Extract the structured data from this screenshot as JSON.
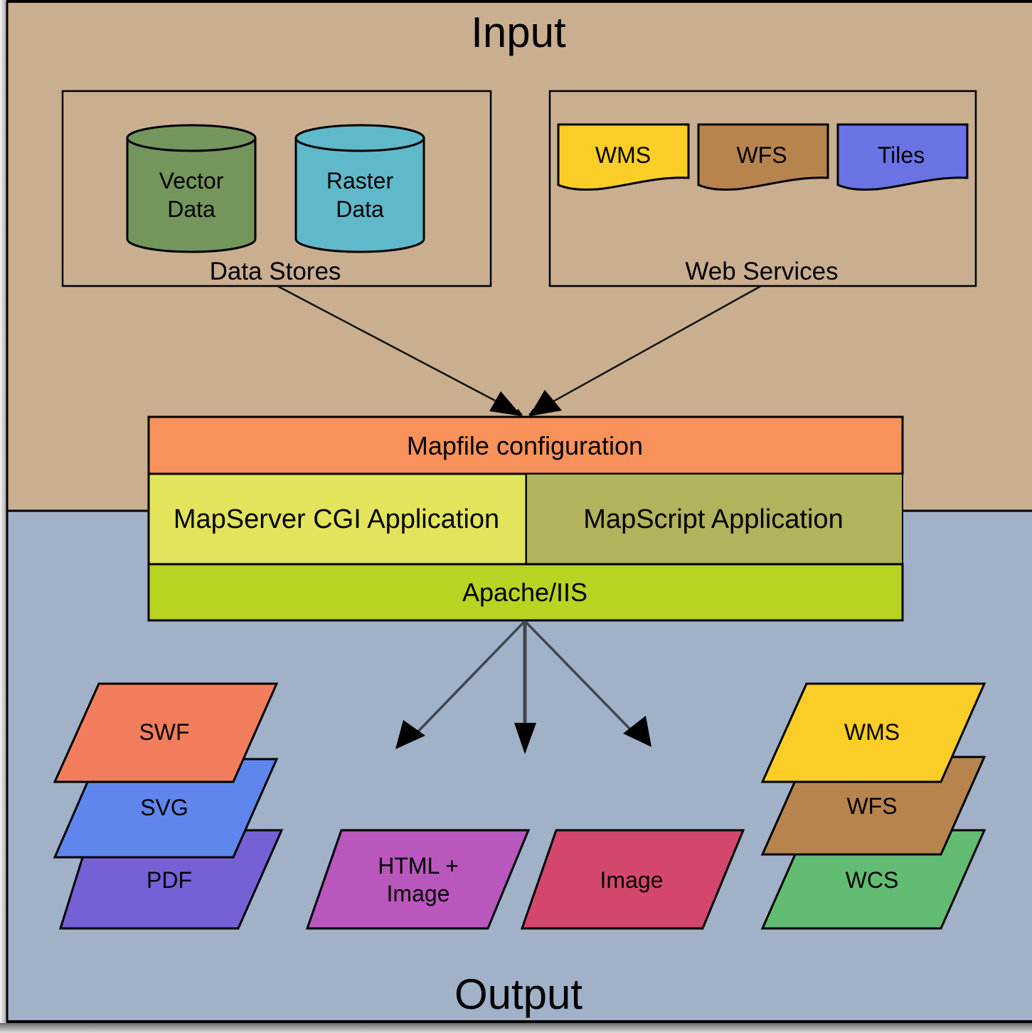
{
  "sections": {
    "input": {
      "title": "Input",
      "color": "#c9ae90"
    },
    "output": {
      "title": "Output",
      "color": "#a0b1c8"
    }
  },
  "data_stores": {
    "label": "Data Stores",
    "items": [
      {
        "lines": [
          "Vector",
          "Data"
        ],
        "color": "#74955c"
      },
      {
        "lines": [
          "Raster",
          "Data"
        ],
        "color": "#60b8cb"
      }
    ]
  },
  "web_services": {
    "label": "Web Services",
    "items": [
      {
        "label": "WMS",
        "color": "#fbcd27"
      },
      {
        "label": "WFS",
        "color": "#b8844e"
      },
      {
        "label": "Tiles",
        "color": "#6a73e4"
      }
    ]
  },
  "stack": {
    "mapfile": {
      "label": "Mapfile configuration",
      "color": "#f8925a"
    },
    "cgi": {
      "label": "MapServer CGI Application",
      "color": "#e2e45c"
    },
    "mapscript": {
      "label": "MapScript Application",
      "color": "#b1b35d"
    },
    "server": {
      "label": "Apache/IIS",
      "color": "#b9d323"
    }
  },
  "outputs": {
    "formats_stack": [
      {
        "label": "SWF",
        "color": "#f27d5c"
      },
      {
        "label": "SVG",
        "color": "#5f86ec"
      },
      {
        "label": "PDF",
        "color": "#7660d6"
      }
    ],
    "html_image": {
      "lines": [
        "HTML +",
        "Image"
      ],
      "color": "#b957bd"
    },
    "image": {
      "label": "Image",
      "color": "#d4476d"
    },
    "services_stack": [
      {
        "label": "WMS",
        "color": "#fbcd27"
      },
      {
        "label": "WFS",
        "color": "#b8844e"
      },
      {
        "label": "WCS",
        "color": "#62bb72"
      }
    ]
  }
}
